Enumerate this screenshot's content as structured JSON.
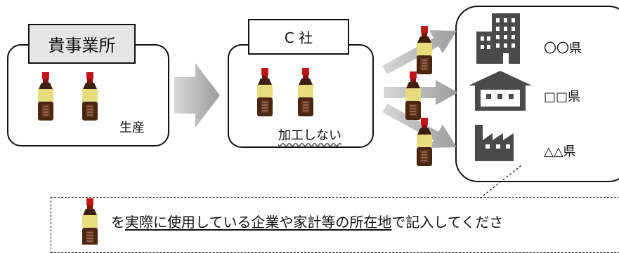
{
  "source_box": {
    "title": "貴事業所",
    "note": "生産"
  },
  "company_box": {
    "title": "C 社",
    "note": "加工しない"
  },
  "destinations": [
    {
      "name": "〇〇県",
      "icon": "building-icon"
    },
    {
      "name": "□□県",
      "icon": "house-icon"
    },
    {
      "name": "△△県",
      "icon": "factory-icon"
    }
  ],
  "instruction": {
    "prefix": "を",
    "underlined": "実際に使用している企業や家計等の所在地",
    "suffix": "で記入してくださ"
  },
  "colors": {
    "bottle_red": "#c0161b",
    "bottle_label": "#e8dd7e",
    "bottle_body": "#4a2512",
    "arrow_gray": "#a7a7a7",
    "icon_gray": "#4a4a4a"
  }
}
